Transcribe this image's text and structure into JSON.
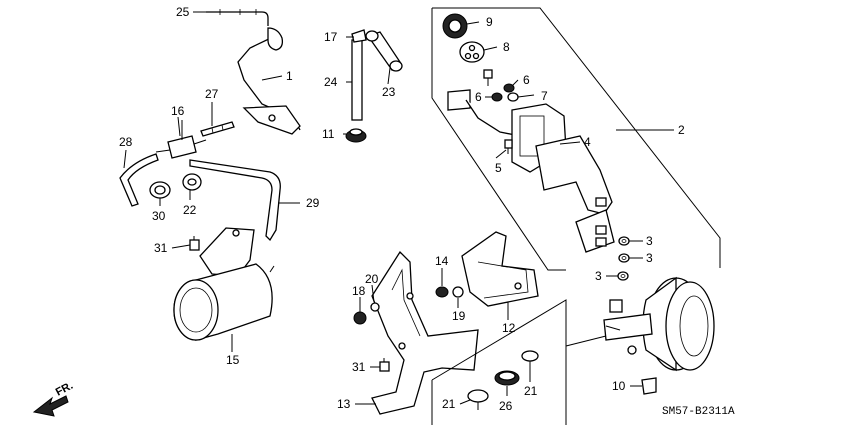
{
  "diagram_code": "SM57-B2311A",
  "direction_label": "FR.",
  "callouts": [
    {
      "id": "c25",
      "text": "25"
    },
    {
      "id": "c1",
      "text": "1"
    },
    {
      "id": "c16",
      "text": "16"
    },
    {
      "id": "c27",
      "text": "27"
    },
    {
      "id": "c28",
      "text": "28"
    },
    {
      "id": "c30",
      "text": "30"
    },
    {
      "id": "c22",
      "text": "22"
    },
    {
      "id": "c29",
      "text": "29"
    },
    {
      "id": "c31a",
      "text": "31"
    },
    {
      "id": "c15",
      "text": "15"
    },
    {
      "id": "c17",
      "text": "17"
    },
    {
      "id": "c24",
      "text": "24"
    },
    {
      "id": "c23",
      "text": "23"
    },
    {
      "id": "c11",
      "text": "11"
    },
    {
      "id": "c9",
      "text": "9"
    },
    {
      "id": "c8",
      "text": "8"
    },
    {
      "id": "c6a",
      "text": "6"
    },
    {
      "id": "c6b",
      "text": "6"
    },
    {
      "id": "c7",
      "text": "7"
    },
    {
      "id": "c2",
      "text": "2"
    },
    {
      "id": "c4",
      "text": "4"
    },
    {
      "id": "c5",
      "text": "5"
    },
    {
      "id": "c3a",
      "text": "3"
    },
    {
      "id": "c3b",
      "text": "3"
    },
    {
      "id": "c3c",
      "text": "3"
    },
    {
      "id": "c14",
      "text": "14"
    },
    {
      "id": "c20",
      "text": "20"
    },
    {
      "id": "c18",
      "text": "18"
    },
    {
      "id": "c19",
      "text": "19"
    },
    {
      "id": "c12",
      "text": "12"
    },
    {
      "id": "c31b",
      "text": "31"
    },
    {
      "id": "c13",
      "text": "13"
    },
    {
      "id": "c21a",
      "text": "21"
    },
    {
      "id": "c26",
      "text": "26"
    },
    {
      "id": "c21b",
      "text": "21"
    },
    {
      "id": "c10",
      "text": "10"
    }
  ]
}
